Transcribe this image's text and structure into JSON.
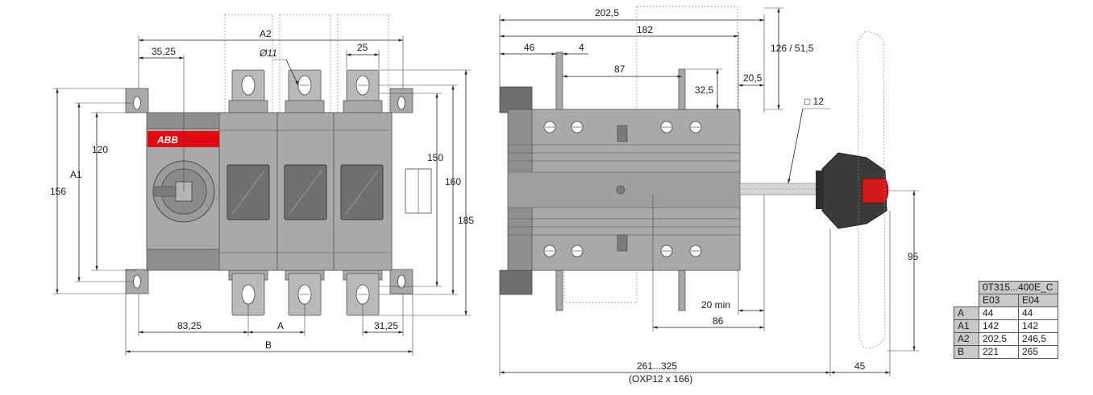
{
  "brand": "ABB",
  "front_view": {
    "dims": {
      "a2": "A2",
      "d35": "35,25",
      "phi": "Ø11",
      "d25": "25",
      "d120": "120",
      "a1": "A1",
      "d156": "156",
      "d150": "150",
      "d160": "160",
      "d185": "185",
      "d83": "83,25",
      "a": "A",
      "d31": "31,25",
      "b": "B"
    }
  },
  "side_view": {
    "dims": {
      "d202": "202,5",
      "d182": "182",
      "d46": "46",
      "d4": "4",
      "d87": "87",
      "d32": "32,5",
      "d20": "20,5",
      "d126": "126 / 51,5",
      "shaft": "□ 12",
      "d95": "95",
      "d20min": "20 min",
      "d86": "86",
      "d261": "261...325",
      "oxp": "(OXP12 x 166)",
      "d45": "45"
    }
  },
  "table": {
    "title": "0T315...400E_C",
    "columns": [
      "E03",
      "E04"
    ],
    "rows": [
      {
        "key": "A",
        "e03": "44",
        "e04": "44"
      },
      {
        "key": "A1",
        "e03": "142",
        "e04": "142"
      },
      {
        "key": "A2",
        "e03": "202,5",
        "e04": "246,5"
      },
      {
        "key": "B",
        "e03": "221",
        "e04": "265"
      }
    ]
  }
}
